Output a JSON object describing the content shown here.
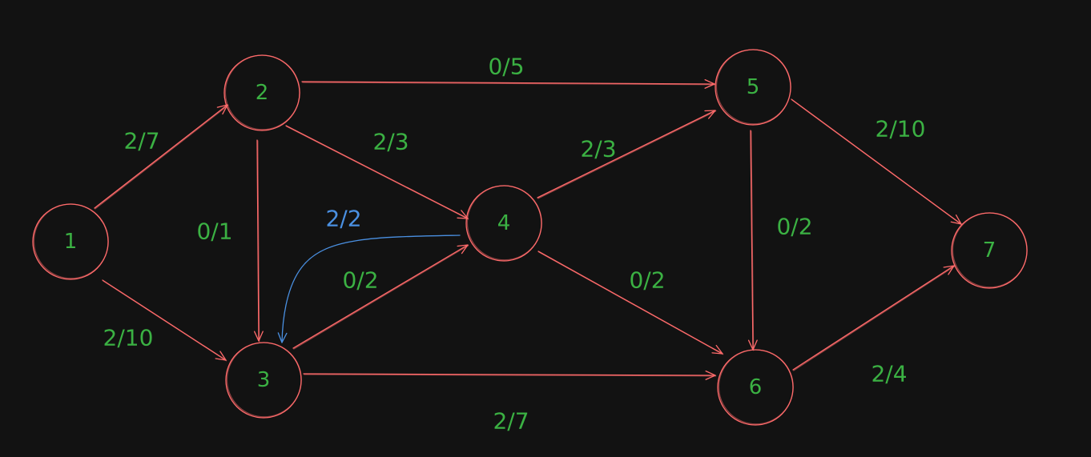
{
  "colors": {
    "background": "#121212",
    "node_stroke": "#ff6b6b",
    "node_text": "#3bb143",
    "edge_stroke": "#ff6b6b",
    "edge_text": "#3bb143",
    "highlight_stroke": "#4a90e2",
    "highlight_text": "#4a90e2"
  },
  "nodes": [
    {
      "id": "1",
      "label": "1"
    },
    {
      "id": "2",
      "label": "2"
    },
    {
      "id": "3",
      "label": "3"
    },
    {
      "id": "4",
      "label": "4"
    },
    {
      "id": "5",
      "label": "5"
    },
    {
      "id": "6",
      "label": "6"
    },
    {
      "id": "7",
      "label": "7"
    }
  ],
  "edges": [
    {
      "from": "1",
      "to": "2",
      "label": "2/7"
    },
    {
      "from": "1",
      "to": "3",
      "label": "2/10"
    },
    {
      "from": "2",
      "to": "3",
      "label": "0/1"
    },
    {
      "from": "2",
      "to": "4",
      "label": "2/3"
    },
    {
      "from": "2",
      "to": "5",
      "label": "0/5"
    },
    {
      "from": "3",
      "to": "4",
      "label": "0/2"
    },
    {
      "from": "3",
      "to": "6",
      "label": "2/7"
    },
    {
      "from": "4",
      "to": "3",
      "label": "2/2",
      "highlight": true
    },
    {
      "from": "4",
      "to": "5",
      "label": "2/3"
    },
    {
      "from": "4",
      "to": "6",
      "label": "0/2"
    },
    {
      "from": "5",
      "to": "6",
      "label": "0/2"
    },
    {
      "from": "5",
      "to": "7",
      "label": "2/10"
    },
    {
      "from": "6",
      "to": "7",
      "label": "2/4"
    }
  ]
}
